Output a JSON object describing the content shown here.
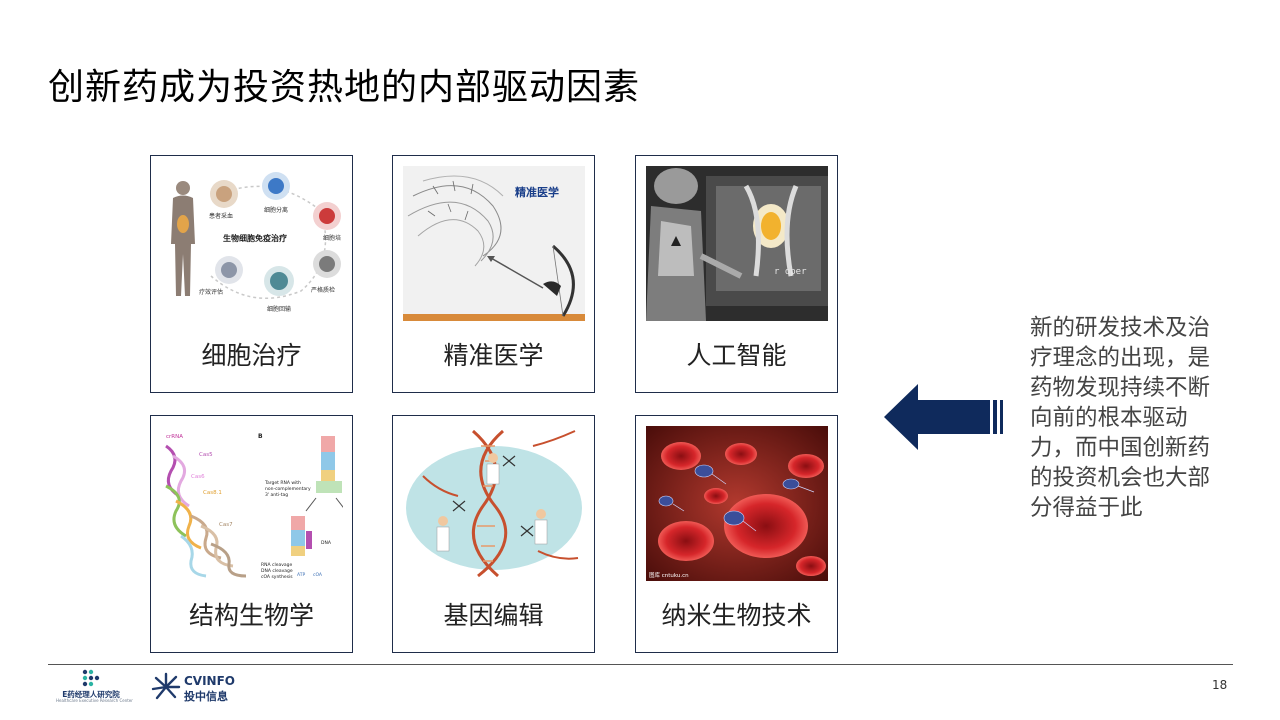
{
  "title": "创新药成为投资热地的内部驱动因素",
  "cards": [
    {
      "label": "细胞治疗",
      "image_text": [
        "患者采血",
        "细胞分离",
        "细胞培",
        "生物细胞免疫治疗",
        "严格质检",
        "细胞回输",
        "疗效评估"
      ]
    },
    {
      "label": "精准医学",
      "image_text": [
        "精准医学"
      ]
    },
    {
      "label": "人工智能",
      "image_text": [
        "r oper"
      ]
    },
    {
      "label": "结构生物学",
      "image_text": [
        "crRNA",
        "B",
        "Cas5",
        "Cas6",
        "Cas8.1",
        "Cas7",
        "Target RNA with",
        "non-complementary",
        "3' anti-tag",
        "RNA cleavage",
        "DNA cleavage",
        "cOA synthesis",
        "ATP",
        "cOA",
        "DNA"
      ]
    },
    {
      "label": "基因编辑",
      "image_text": []
    },
    {
      "label": "纳米生物技术",
      "image_text": [
        "图库 cntuku.cn"
      ]
    }
  ],
  "side_text": "新的研发技术及治疗理念的出现，是药物发现持续不断向前的根本驱动力，而中国创新药的投资机会也大部分得益于此",
  "footer": {
    "logo1_name": "E药经理人研究院",
    "logo1_sub": "Healthcare Executive Research Center",
    "logo2_en": "CVINFO",
    "logo2_cn": "投中信息",
    "page_number": "18"
  },
  "colors": {
    "arrow": "#0f2a5c",
    "card_border": "#1f2d4a",
    "logo": "#1f3a6b",
    "logo_dots_1": "#1f3a6b",
    "logo_dots_2": "#2bb3a3"
  },
  "icons": [
    "e-yao-logo-dots-icon",
    "cvinfo-burst-icon",
    "left-arrow-icon"
  ]
}
